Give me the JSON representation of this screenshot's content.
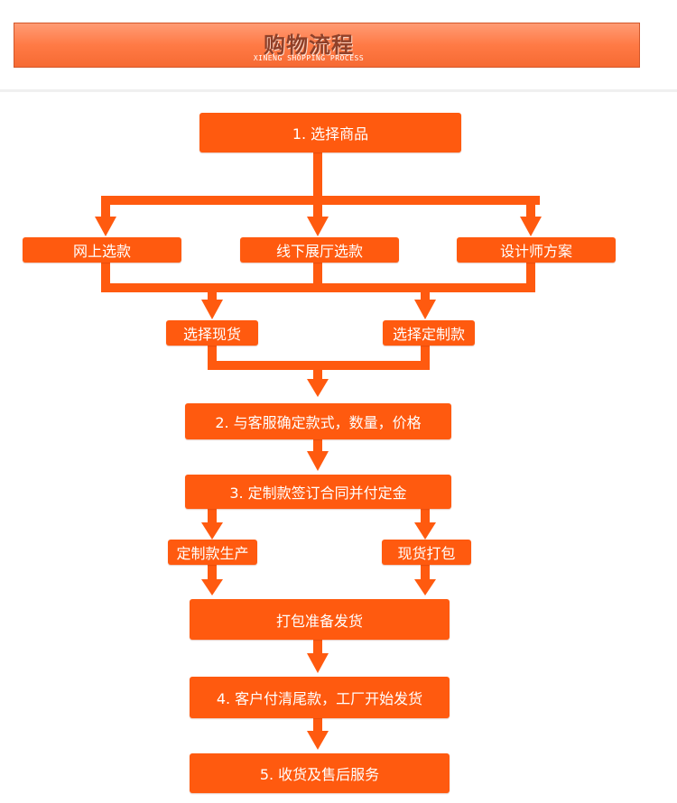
{
  "header": {
    "title": "购物流程",
    "subtitle": "XINENG SHOPPING PROCESS"
  },
  "steps": {
    "step1": "1. 选择商品",
    "online": "网上选款",
    "showroom": "线下展厅选款",
    "designer": "设计师方案",
    "in_stock": "选择现货",
    "custom": "选择定制款",
    "step2": "2. 与客服确定款式，数量，价格",
    "step3": "3. 定制款签订合同并付定金",
    "custom_production": "定制款生产",
    "stock_packing": "现货打包",
    "packing_shipping": "打包准备发货",
    "step4": "4. 客户付清尾款，工厂开始发货",
    "step5": "5. 收货及售后服务"
  },
  "colors": {
    "box": "#ff5a0f",
    "connector": "#ff5a0f",
    "banner": "#ff7a45"
  }
}
